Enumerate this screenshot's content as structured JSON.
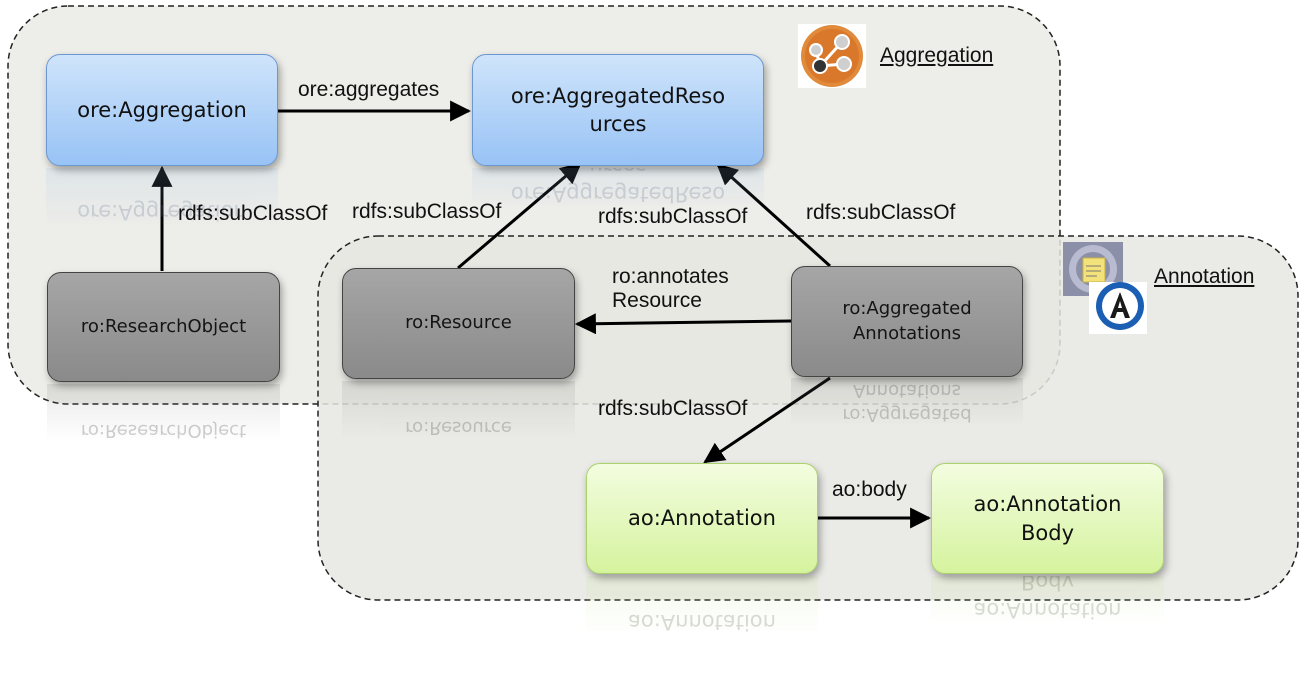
{
  "groups": {
    "aggregation": {
      "title": "Aggregation"
    },
    "annotation": {
      "title": "Annotation"
    }
  },
  "nodes": {
    "ore_aggregation": {
      "label": "ore:Aggregation"
    },
    "ore_aggregated_resources": {
      "label": "ore:AggregatedReso\nurces"
    },
    "ro_research_object": {
      "label": "ro:ResearchObject"
    },
    "ro_resource": {
      "label": "ro:Resource"
    },
    "ro_aggregated_annotations": {
      "label": "ro:Aggregated\nAnnotations"
    },
    "ao_annotation": {
      "label": "ao:Annotation"
    },
    "ao_annotation_body": {
      "label": "ao:Annotation\nBody"
    }
  },
  "edges": {
    "aggregates": {
      "label": "ore:aggregates"
    },
    "subclass_research_object": {
      "label": "rdfs:subClassOf"
    },
    "subclass_resource": {
      "label": "rdfs:subClassOf"
    },
    "subclass_agg_annotations": {
      "label": "rdfs:subClassOf"
    },
    "subclass_agg_annotations_right": {
      "label": "rdfs:subClassOf"
    },
    "annotates_resource": {
      "label": "ro:annotates\nResource"
    },
    "subclass_annotation": {
      "label": "rdfs:subClassOf"
    },
    "body": {
      "label": "ao:body"
    }
  },
  "icons": {
    "aggregation": "aggregation-graph-icon",
    "annotation": "annotation-sticky-note-icon"
  },
  "colors": {
    "blue_node": "#98c3f5",
    "gray_node": "#8a8a8a",
    "green_node": "#d5f39e",
    "group_fill": "#ebebe7",
    "aggregation_icon": "#e08a3a",
    "annotation_icon": "#1a5fb4"
  }
}
